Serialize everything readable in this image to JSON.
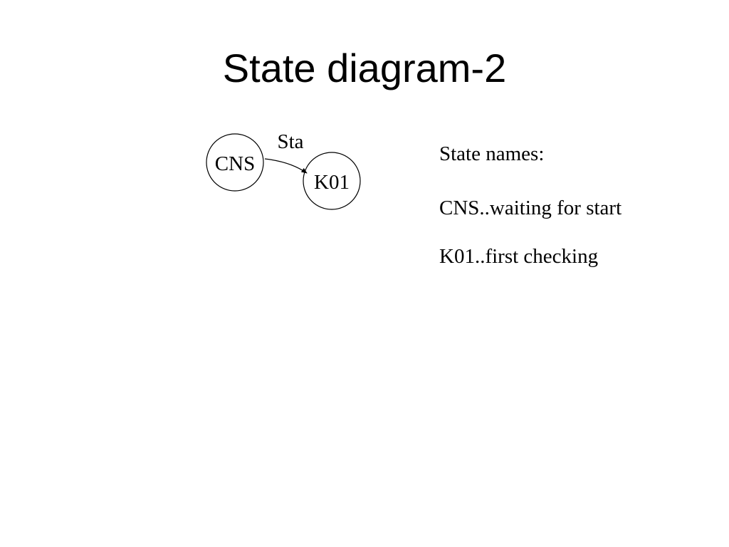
{
  "slide": {
    "title": "State diagram-2"
  },
  "diagram": {
    "states": [
      {
        "id": "CNS",
        "label": "CNS"
      },
      {
        "id": "K01",
        "label": "K01"
      }
    ],
    "transitions": [
      {
        "from": "CNS",
        "to": "K01",
        "label": "Sta"
      }
    ]
  },
  "legend": {
    "heading": "State names:",
    "entries": [
      "CNS..waiting for start",
      "K01..first checking"
    ]
  }
}
